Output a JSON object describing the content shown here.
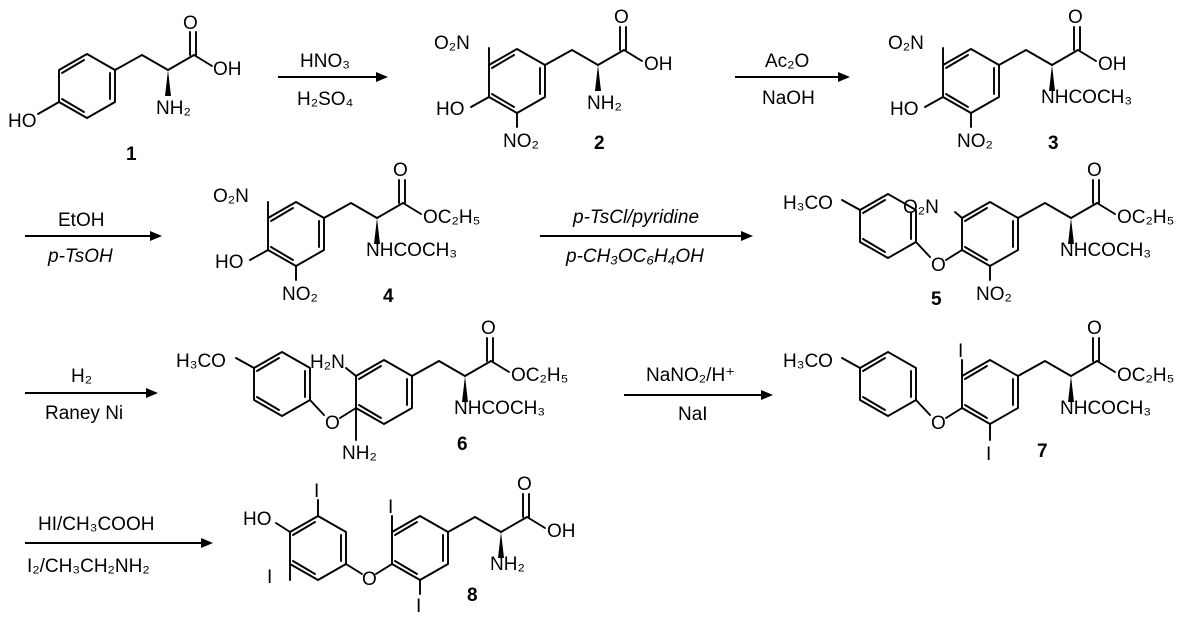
{
  "arrows": [
    {
      "above": "HNO₃",
      "below": "H₂SO₄"
    },
    {
      "above": "Ac₂O",
      "below": "NaOH"
    },
    {
      "above": "EtOH",
      "below": "p-TsOH"
    },
    {
      "above": "p-TsCl/pyridine",
      "below": "p-CH₃OC₆H₄OH"
    },
    {
      "above": "H₂",
      "below": "Raney Ni"
    },
    {
      "above": "NaNO₂/H⁺",
      "below": "NaI"
    },
    {
      "above": "HI/CH₃COOH",
      "below": "I₂/CH₃CH₂NH₂"
    }
  ],
  "compounds": [
    {
      "number": "1",
      "labels": {
        "o_top": "O",
        "oh": "OH",
        "nh2": "NH₂",
        "ho": "HO"
      }
    },
    {
      "number": "2",
      "labels": {
        "o_top": "O",
        "oh": "OH",
        "nh2": "NH₂",
        "no2_top": "O₂N",
        "no2_bottom": "NO₂",
        "ho": "HO"
      }
    },
    {
      "number": "3",
      "labels": {
        "o_top": "O",
        "oh": "OH",
        "nh": "NHCOCH₃",
        "no2_top": "O₂N",
        "no2_bottom": "NO₂",
        "ho": "HO"
      }
    },
    {
      "number": "4",
      "labels": {
        "o_top": "O",
        "ester": "OC₂H₅",
        "nh": "NHCOCH₃",
        "no2_top": "O₂N",
        "no2_bottom": "NO₂",
        "ho": "HO"
      }
    },
    {
      "number": "5",
      "labels": {
        "o_top": "O",
        "ester": "OC₂H₅",
        "nh": "NHCOCH₃",
        "no2_top": "O₂N",
        "no2_bottom": "NO₂",
        "o_ether": "O",
        "meo": "H₃CO"
      }
    },
    {
      "number": "6",
      "labels": {
        "o_top": "O",
        "ester": "OC₂H₅",
        "nh": "NHCOCH₃",
        "nh2_top": "H₂N",
        "nh2_bottom": "NH₂",
        "o_ether": "O",
        "meo": "H₃CO"
      }
    },
    {
      "number": "7",
      "labels": {
        "o_top": "O",
        "ester": "OC₂H₅",
        "nh": "NHCOCH₃",
        "i_top": "I",
        "i_bottom": "I",
        "o_ether": "O",
        "meo": "H₃CO"
      }
    },
    {
      "number": "8",
      "labels": {
        "o_top": "O",
        "oh": "OH",
        "nh2": "NH₂",
        "i_top": "I",
        "i_bottom": "I",
        "o_ether": "O",
        "ho": "HO",
        "i_phenol_top": "I",
        "i_phenol_bottom": "I"
      }
    }
  ]
}
